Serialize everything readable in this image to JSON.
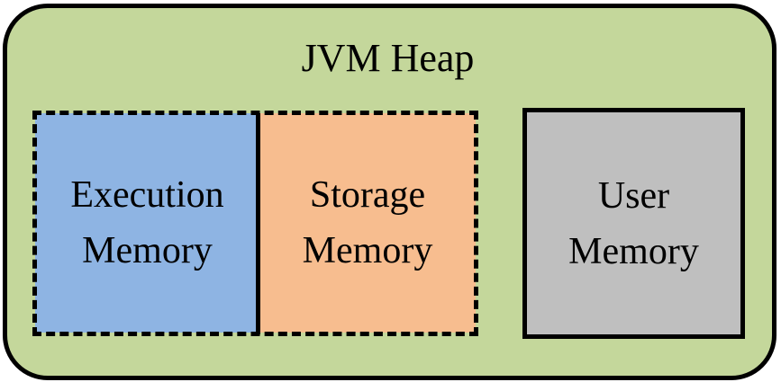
{
  "colors": {
    "heap_fill": "#c4d79b",
    "execution_fill": "#8eb4e3",
    "storage_fill": "#f7bd8f",
    "user_fill": "#bfbfbf",
    "outline": "#000000"
  },
  "heap": {
    "title": "JVM Heap"
  },
  "regions": {
    "execution": {
      "label": "Execution\nMemory"
    },
    "storage": {
      "label": "Storage\nMemory"
    },
    "user": {
      "label": "User\nMemory"
    }
  }
}
